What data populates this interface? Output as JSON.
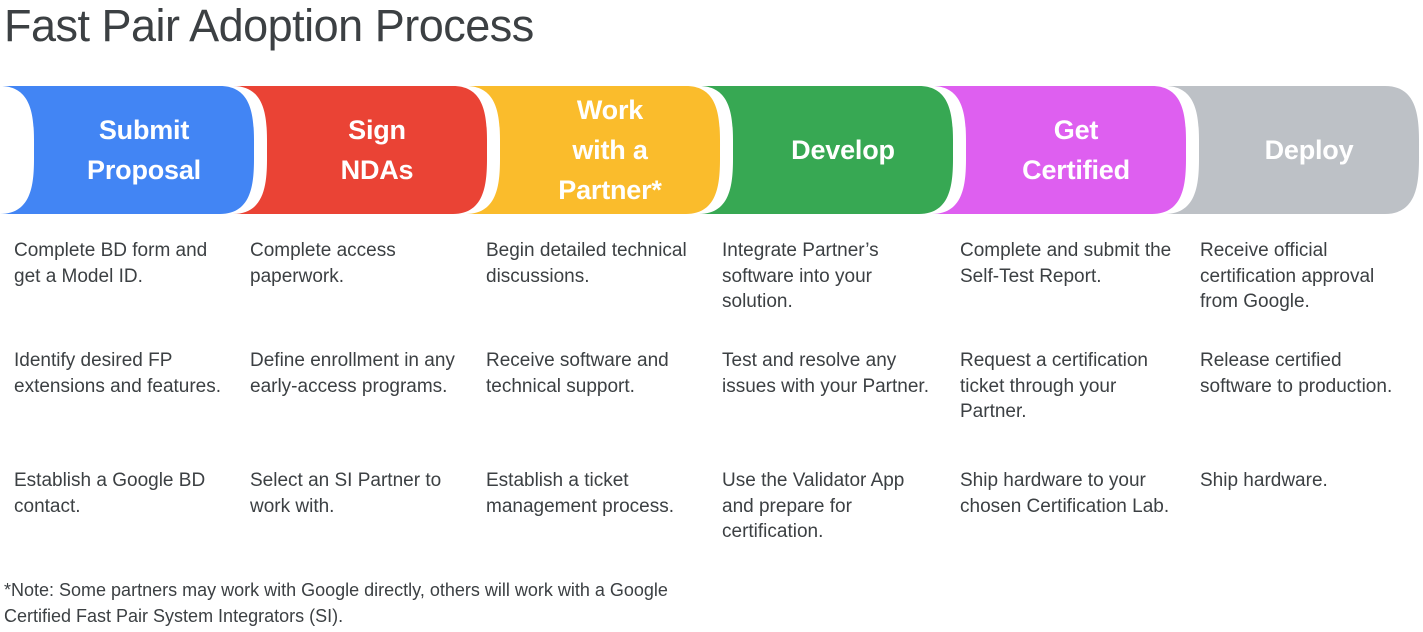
{
  "page": {
    "title": "Fast Pair Adoption Process",
    "background": "#ffffff",
    "text_color": "#3c4043"
  },
  "stages": [
    {
      "id": "submit-proposal",
      "label": "Submit Proposal",
      "label_lines": [
        "Submit",
        "Proposal"
      ],
      "color": "#4285f4",
      "items": [
        "Complete BD form and get a Model ID.",
        "Identify desired FP extensions and features.",
        "Establish a Google BD contact."
      ]
    },
    {
      "id": "sign-ndas",
      "label": "Sign NDAs",
      "label_lines": [
        "Sign",
        "NDAs"
      ],
      "color": "#ea4335",
      "items": [
        "Complete access paperwork.",
        "Define enrollment in any early-access programs.",
        "Select an SI Partner to work with."
      ]
    },
    {
      "id": "work-with-a-partner",
      "label": "Work with a Partner*",
      "label_lines": [
        "Work",
        "with a",
        "Partner*"
      ],
      "color": "#fabc2c",
      "items": [
        "Begin detailed technical discussions.",
        "Receive software and technical support.",
        "Establish a ticket management process."
      ]
    },
    {
      "id": "develop",
      "label": "Develop",
      "label_lines": [
        "Develop"
      ],
      "color": "#37a853",
      "items": [
        "Integrate Partner’s software into your solution.",
        "Test and resolve any issues with your Partner.",
        "Use the Validator App and prepare for certification."
      ]
    },
    {
      "id": "get-certified",
      "label": "Get Certified",
      "label_lines": [
        "Get",
        "Certified"
      ],
      "color": "#de5ff0",
      "items": [
        "Complete and submit the Self-Test Report.",
        "Request a certification ticket through your Partner.",
        "Ship hardware to your chosen Certification Lab."
      ]
    },
    {
      "id": "deploy",
      "label": "Deploy",
      "label_lines": [
        "Deploy"
      ],
      "color": "#bdc1c6",
      "items": [
        "Receive official certification approval from Google.",
        "Release certified software to production.",
        "Ship hardware."
      ]
    }
  ],
  "footnote": "*Note: Some partners may work with Google directly, others will work with a Google Certified Fast Pair System Integrators (SI)."
}
